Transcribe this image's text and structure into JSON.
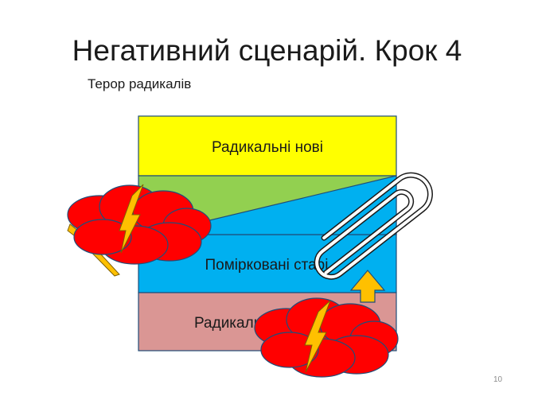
{
  "slide": {
    "title": "Негативний сценарій. Крок 4",
    "subtitle": "Терор радикалів",
    "page_number": "10"
  },
  "diagram": {
    "layers": [
      {
        "name": "radical-new",
        "label": "Радикальні нові",
        "color": "#ffff00"
      },
      {
        "name": "moderate-new",
        "label": "",
        "color": "#92d050"
      },
      {
        "name": "moderate-old",
        "label": "Помірковані старі",
        "color": "#00b0f0"
      },
      {
        "name": "radical-old",
        "label": "Радикальні",
        "color": "#da9694"
      }
    ],
    "colors": {
      "cloud": "#ff0000",
      "lightning": "#ffc000",
      "arrow": "#ffc000",
      "outline": "#1f4e79"
    },
    "icons": [
      "storm-cloud-icon",
      "lightning-icon",
      "paperclip-icon",
      "up-arrow-icon"
    ]
  }
}
